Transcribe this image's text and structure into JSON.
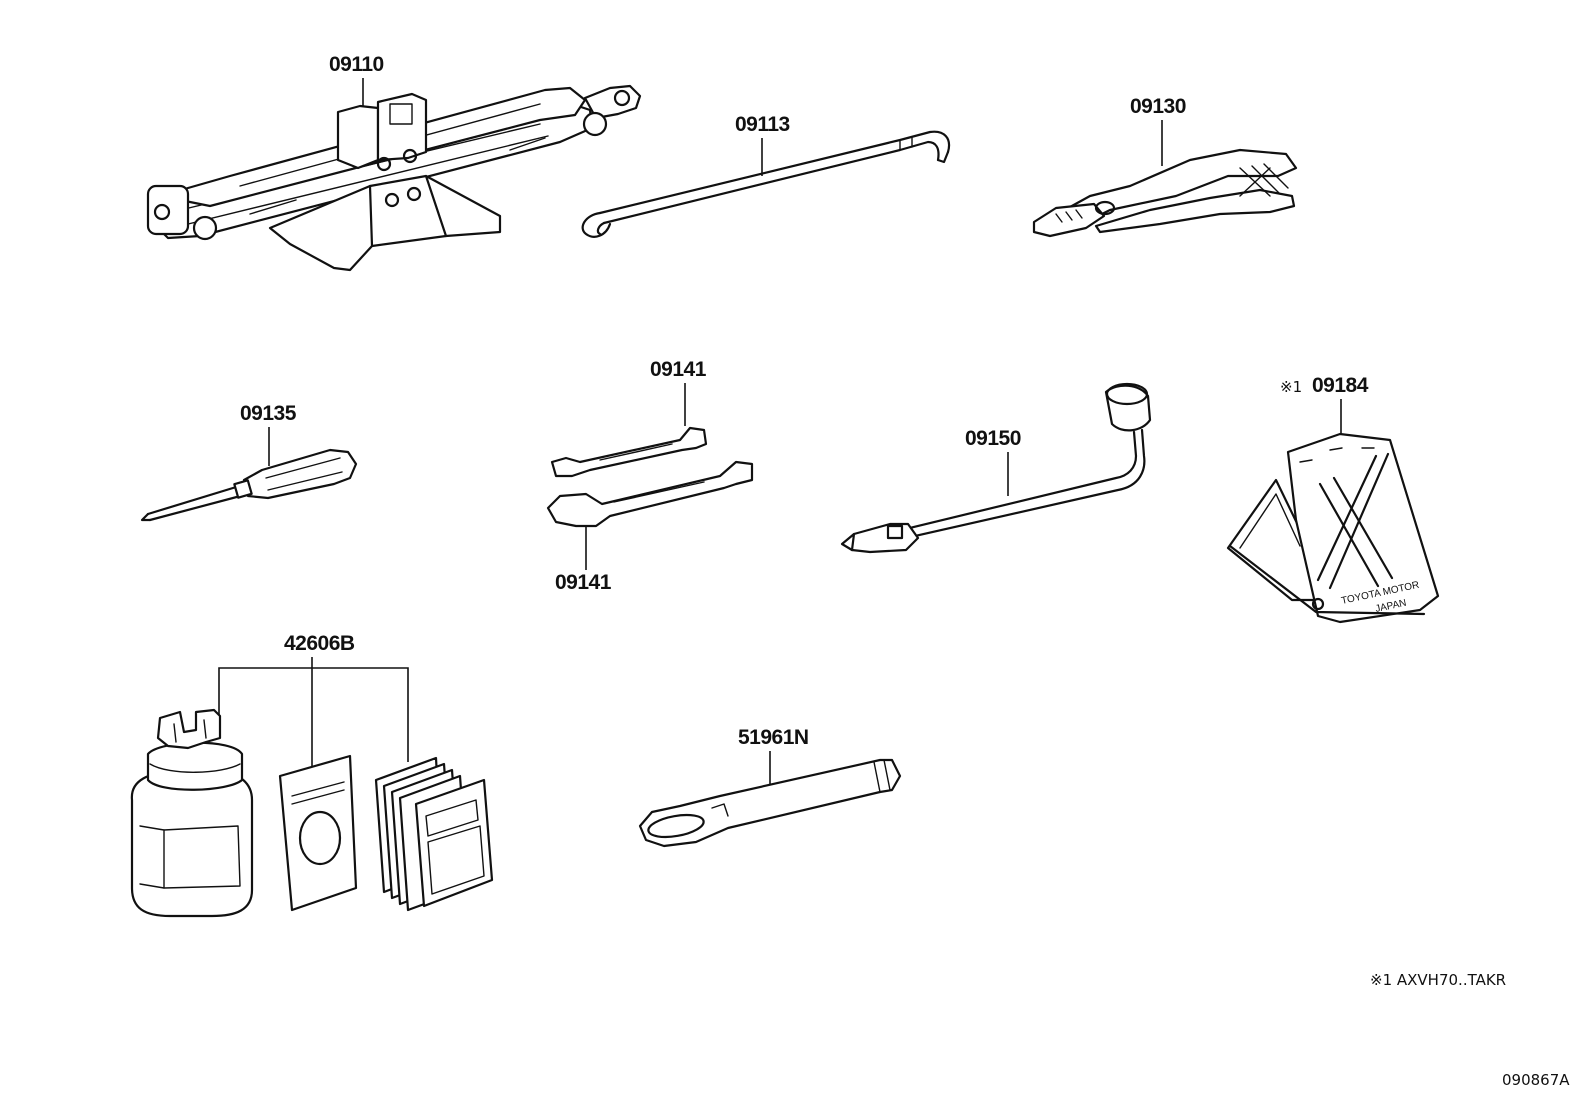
{
  "diagram_id": "090867A",
  "footnote": "※1 AXVH70..TAKR",
  "parts": {
    "jack": {
      "label": "09110"
    },
    "jack_handle": {
      "label": "09113"
    },
    "pliers": {
      "label": "09130"
    },
    "screwdriver": {
      "label": "09135"
    },
    "wrench_upper": {
      "label": "09141"
    },
    "wrench_lower": {
      "label": "09141"
    },
    "wheel_nut_wrench": {
      "label": "09150"
    },
    "warning_triangle": {
      "label": "09184",
      "note_mark": "※1",
      "plate_text_line1": "TOYOTA MOTOR",
      "plate_text_line2": "JAPAN"
    },
    "repair_kit": {
      "label": "42606B"
    },
    "towing_eye": {
      "label": "51961N"
    }
  }
}
